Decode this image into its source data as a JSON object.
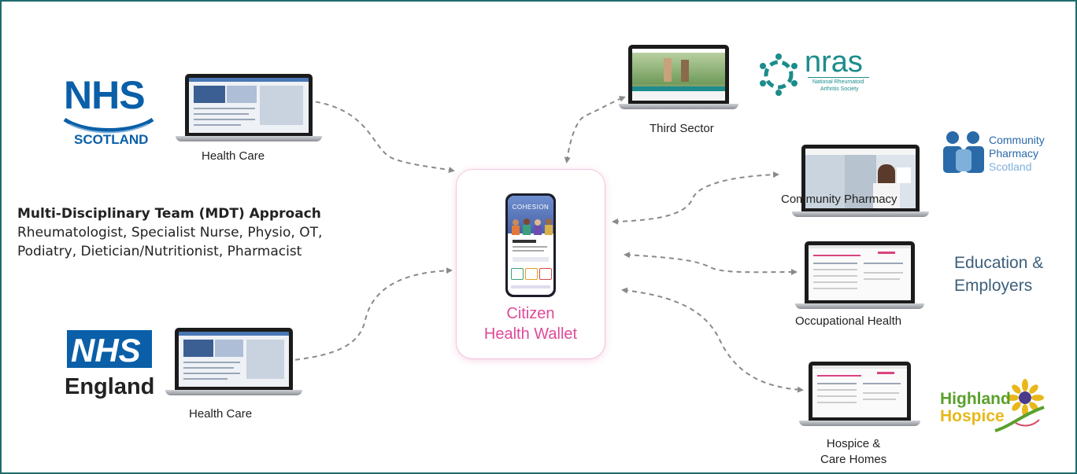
{
  "wallet": {
    "title_line1": "Citizen",
    "title_line2": "Health Wallet",
    "app_brand": "COHESION"
  },
  "mdt": {
    "heading": "Multi-Disciplinary Team (MDT) Approach",
    "line1": "Rheumatologist, Specialist Nurse, Physio, OT,",
    "line2": "Podiatry, Dietician/Nutritionist, Pharmacist"
  },
  "nodes": {
    "nhs_scotland": {
      "caption": "Health Care",
      "logo_nhs": "NHS",
      "logo_sub": "SCOTLAND"
    },
    "nhs_england": {
      "caption": "Health Care",
      "logo_nhs": "NHS",
      "logo_sub": "England"
    },
    "third_sector": {
      "caption": "Third Sector",
      "logo_main": "nras",
      "logo_sub1": "National Rheumatoid",
      "logo_sub2": "Arthritis Society"
    },
    "community_pharmacy": {
      "caption": "Community Pharmacy",
      "logo_l1": "Community",
      "logo_l2": "Pharmacy",
      "logo_l3": "Scotland"
    },
    "occupational_health": {
      "caption": "Occupational Health",
      "side_label_l1": "Education &",
      "side_label_l2": "Employers"
    },
    "hospice": {
      "caption_l1": "Hospice &",
      "caption_l2": "Care Homes",
      "logo_l1": "Highland",
      "logo_l2": "Hospice"
    }
  },
  "colors": {
    "frame": "#1f6b6b",
    "wallet_accent": "#de4a98",
    "nhs_blue": "#0a5fa8",
    "nras_teal": "#1c8c8c",
    "cps_blue": "#2a6aa8",
    "hh_green": "#5aa02c",
    "hh_yellow": "#e8b81b",
    "arrow_gray": "#8a8a8a"
  }
}
